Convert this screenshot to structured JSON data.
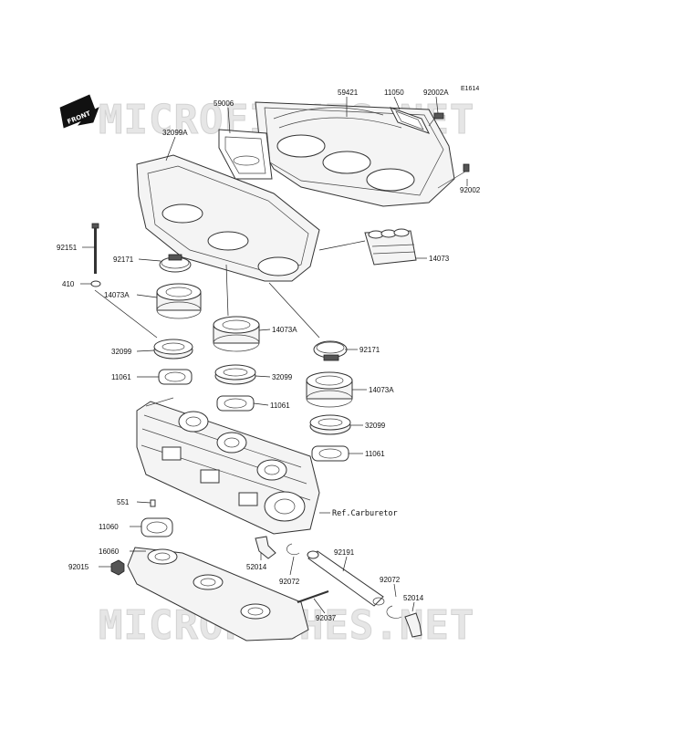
{
  "diagram": {
    "code": "E1614",
    "watermark": "MICROFICHES.NET",
    "front_label": "FRONT",
    "reference": "Ref.Carburetor",
    "labels": {
      "p59421": "59421",
      "p11050": "11050",
      "p92002A": "92002A",
      "p59006": "59006",
      "p32099A": "32099A",
      "p92002": "92002",
      "p92151": "92151",
      "p92171a": "92171",
      "p14073": "14073",
      "p410": "410",
      "p14073Aa": "14073A",
      "p14073Ab": "14073A",
      "p32099a": "32099",
      "p92171b": "92171",
      "p11061a": "11061",
      "p32099b": "32099",
      "p14073Ac": "14073A",
      "p11061b": "11061",
      "p32099c": "32099",
      "p11061c": "11061",
      "p551": "551",
      "p11060": "11060",
      "p16060": "16060",
      "p92015": "92015",
      "p52014a": "52014",
      "p92191": "92191",
      "p92072a": "92072",
      "p92072b": "92072",
      "p52014b": "52014",
      "p92037": "92037"
    }
  }
}
